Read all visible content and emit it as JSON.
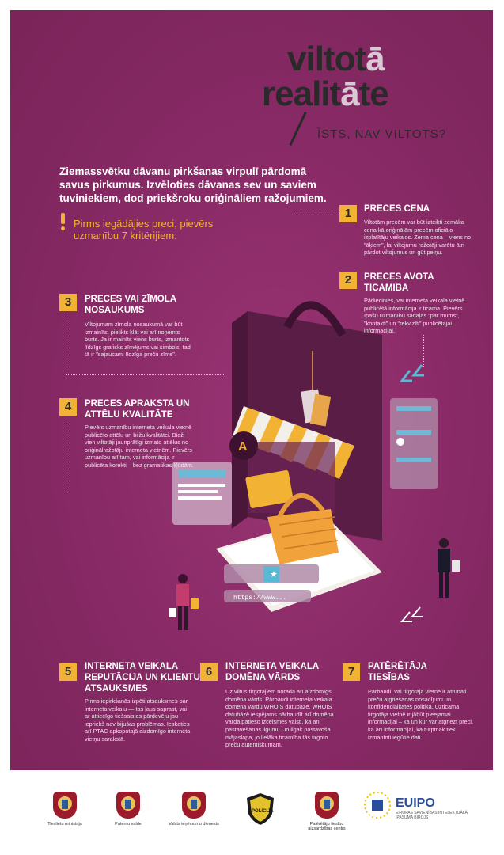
{
  "title": {
    "line1_start": "viltot",
    "line1_hl": "ā",
    "line2_start": "realit",
    "line2_hl": "ā",
    "line2_end": "te",
    "subtitle": "ĪSTS, NAV VILTOTS?"
  },
  "intro": "Ziemassvētku dāvanu pirkšanas virpulī pārdomā savus pirkumus. Izvēloties dāvanas sev un saviem tuviniekiem, dod priekšroku oriģināliem ražojumiem.",
  "attention": "Pirms iegādājies preci, pievērs uzmanību 7 kritērijiem:",
  "criteria": [
    {
      "num": "1",
      "title": "PRECES CENA",
      "text": "Viltotām precēm var būt izteikti zemāka cena kā oriģinālām precēm oficiālo izplatītāju veikalos. Zema cena – viens no \"āķiem\", lai viltojumu ražotāji varētu ātri pārdot viltojumus un gūt peļņu."
    },
    {
      "num": "2",
      "title": "PRECES AVOTA TICAMĪBA",
      "text": "Pārliecinies, vai interneta veikala vietnē publicētā informācija ir ticama. Pievērs īpašu uzmanību sadaļās \"par mums\", \"kontakti\" un \"rekvizīti\" publicētajai informācijai."
    },
    {
      "num": "3",
      "title": "PRECES VAI ZĪMOLA NOSAUKUMS",
      "text": "Viltojumam zīmola nosaukumā var būt izmainīts, pielikts klāt vai arī noņemts burts. Ja ir mainīts viens burts, izmantots līdzīgs grafisks zīmējums vai simbols, tad tā ir \"sajaucami līdzīga preču zīme\"."
    },
    {
      "num": "4",
      "title": "PRECES APRAKSTA UN ATTĒLU KVALITĀTE",
      "text": "Pievērs uzmanību interneta veikala vietnē publicēto attēlu un bilžu kvalitātei. Bieži vien viltotāji jaunprātīgi izmato attēlus no oriģinālražotāju interneta vietnēm. Pievērs uzmanību arī tam, vai informācija ir publicēta korekti – bez gramatikas kļūdām."
    },
    {
      "num": "5",
      "title": "INTERNETA VEIKALA REPUTĀCIJA UN KLIENTU ATSAUKSMES",
      "text": "Pirms iepirkšanās izpēti atsauksmes par interneta veikalu — tas ļaus saprast, vai ar attiecīgo tiešsaistes pārdevēju jau iepriekš nav bijušas problēmas. Ieskaties arī PTAC apkopotajā aizdomīgo interneta vietņu sarakstā."
    },
    {
      "num": "6",
      "title": "INTERNETA VEIKALA DOMĒNA VĀRDS",
      "text": "Uz viltus tirgotājiem norāda arī aizdomīgs domēna vārds. Pārbaudi interneta veikala domēna vārdu WHOIS datubāzē. WHOIS datubāzē iespējams pārbaudīt arī domēna vārda patieso izcelsmes valsti, kā arī pastāvēšanas ilgumu. Jo ilgāk pastāvoša mājaslapa, jo lielāka ticamība tās tirgoto preču autentiskumam."
    },
    {
      "num": "7",
      "title": "PATĒRĒTĀJA TIESĪBAS",
      "text": "Pārbaudi, vai tirgotāja vietnē ir atrunāti preču atgriešanas nosacījumi un konfidencialitātes politika. Uzticama tirgotāja vietnē ir jābūt pieejamai informācijai – kā un kur var atgriezt preci, kā arī informācijai, kā turpmāk tiek izmantoti iegūtie dati."
    }
  ],
  "illustration": {
    "url_text": "https://www..."
  },
  "footer": {
    "logos": [
      {
        "label": "Tieslietu ministrija",
        "icon": "coat-of-arms-icon"
      },
      {
        "label": "Patentu valde",
        "icon": "coat-of-arms-icon"
      },
      {
        "label": "Valsts ieņēmumu dienests",
        "icon": "coat-of-arms-icon"
      },
      {
        "label": "POLICIJA",
        "icon": "police-shield-icon"
      },
      {
        "label": "Patērētāju tiesību aizsardzības centrs",
        "icon": "coat-of-arms-icon"
      },
      {
        "label": "EUIPO",
        "icon": "euipo-icon"
      },
      {
        "label": "EIROPAS SAVIENĪBAS INTELEKTUĀLĀ ĪPAŠUMA BIROJS",
        "icon": "euipo-icon"
      }
    ]
  },
  "colors": {
    "background": "#862964",
    "accent": "#f2b233",
    "title_dark": "#2a2a2a"
  }
}
